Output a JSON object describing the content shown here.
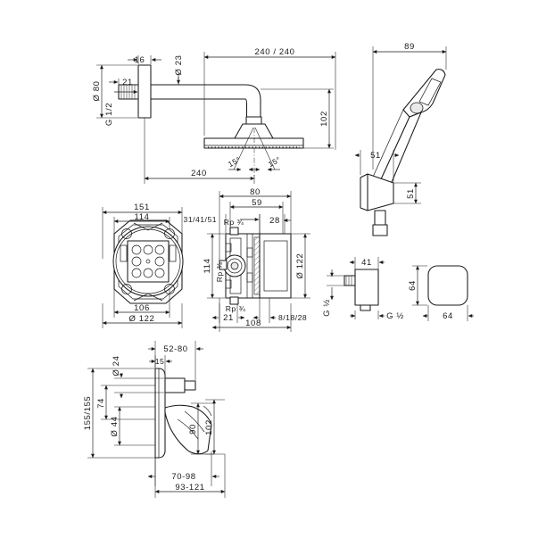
{
  "document": {
    "type": "technical-dimension-drawing",
    "subject": "Concealed shower set: overhead shower with arm, hand shower with holder, rough-in body, thermostatic/single-lever valve body, wall outlet and trim plate",
    "units": "mm",
    "line_color": "#1a1a1a",
    "background_color": "#ffffff"
  },
  "views": {
    "overhead_shower": {
      "name": "Overhead shower with shower arm - side elevation",
      "dims": {
        "arm_flange_thickness": "16",
        "flange_offset": "21",
        "flange_diameter": "Ø 80",
        "connection_thread": "G 1/2",
        "arm_tube_diameter": "Ø 23",
        "head_size": "240 / 240",
        "arm_drop_height": "102",
        "arm_projection": "240",
        "spray_angle_left": "15°",
        "spray_angle_right": "15°"
      }
    },
    "hand_shower": {
      "name": "Hand shower with wall holder - side elevation",
      "dims": {
        "shower_length": "89",
        "holder_projection": "51",
        "holder_height": "51"
      }
    },
    "rough_in_body": {
      "name": "Concealed rough-in body - front view",
      "dims": {
        "outer_width": "151",
        "inner_width": "114",
        "base_width": "106",
        "bore_diameter": "Ø 122"
      }
    },
    "valve_body": {
      "name": "Concealed valve body - front section view",
      "dims": {
        "depth_range": "31/41/51",
        "upper_width": "80",
        "mid_width": "59",
        "offset_right": "28",
        "inlet_thread_top": "Rp ¾",
        "inlet_thread_left": "Rp ¾",
        "inlet_thread_bottom": "Rp ¾",
        "body_height": "114",
        "body_diameter": "Ø 122",
        "left_offset": "21",
        "wall_thickness_range": "8/18/28",
        "total_width": "108"
      }
    },
    "wall_outlet": {
      "name": "Wall outlet / shower connection elbow",
      "dims": {
        "projection": "41",
        "inlet_thread": "G ½",
        "outlet_thread": "G ½",
        "plate_height": "64",
        "plate_width": "64"
      }
    },
    "trim_plate": {
      "name": "Single-lever mixer trim with escutcheon - side elevation",
      "dims": {
        "spindle_range": "52-80",
        "escutcheon_thickness": "15",
        "spindle_diameter": "Ø 24",
        "plate_height_range": "155/155",
        "upper_axis": "74",
        "lever_axis_diameter": "Ø 44",
        "lever_projection": "90",
        "total_projection": "102",
        "handle_depth_range": "70-98",
        "overall_depth_range": "93-121"
      }
    }
  },
  "labels": {
    "d16": "16",
    "d21": "21",
    "d80": "Ø 80",
    "g12": "G 1/2",
    "d23": "Ø 23",
    "d240_240": "240 / 240",
    "d102": "102",
    "d240": "240",
    "ang15a": "15°",
    "ang15b": "15°",
    "d89": "89",
    "d51a": "51",
    "d51b": "51",
    "d151": "151",
    "d114": "114",
    "d106": "106",
    "d122a": "Ø 122",
    "d314151": "31/41/51",
    "d80b": "80",
    "d59": "59",
    "d28": "28",
    "rp34a": "Rp ¾",
    "rp34b": "Rp ¾",
    "rp34c": "Rp ¾",
    "d114b": "114",
    "d122b": "Ø 122",
    "d21b": "21",
    "d81828": "8/18/28",
    "d108": "108",
    "d41": "41",
    "g12a": "G ½",
    "g12b": "G ½",
    "d64a": "64",
    "d64b": "64",
    "d5280": "52-80",
    "d15": "15",
    "d24": "Ø 24",
    "d155155": "155/155",
    "d74": "74",
    "d44": "Ø 44",
    "d90": "90",
    "d102b": "102",
    "d7098": "70-98",
    "d93121": "93-121"
  }
}
